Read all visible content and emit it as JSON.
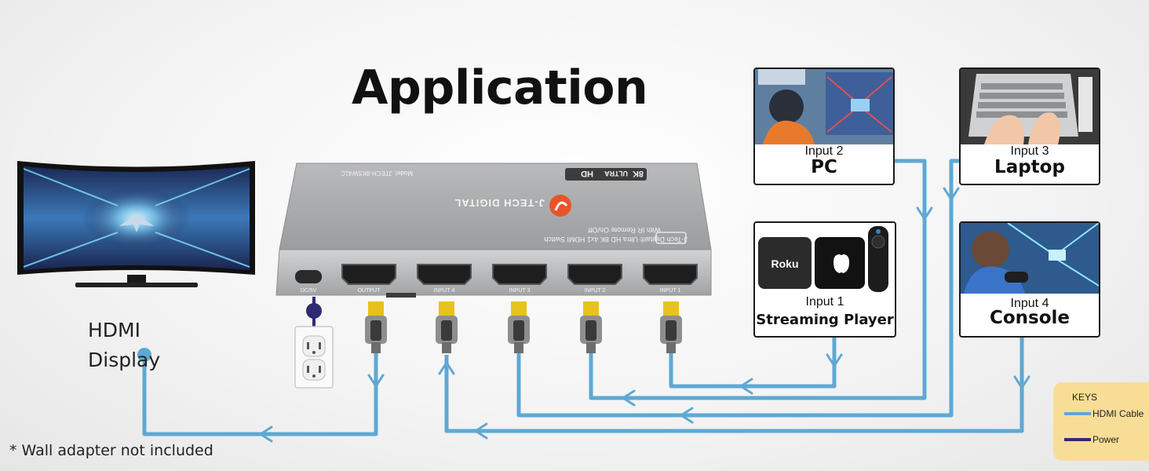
{
  "title": "Application",
  "display": {
    "label": "HDMI Display"
  },
  "switch": {
    "brand": "J-TECH DIGITAL",
    "badge_8k": "8K",
    "badge_ultra": "ULTRA",
    "badge_hd": "HD",
    "model": "Model: JTECH-8KSW41C",
    "product": "J-Tech Digital® Ultra HD 8K 4x1 HDMI Switch",
    "feature": "With IR Remote On/Off",
    "ports": [
      "DC/5V",
      "OUTPUT",
      "INPUT 4",
      "INPUT 3",
      "INPUT 2",
      "INPUT 1"
    ]
  },
  "devices": [
    {
      "id": "pc",
      "input": "Input 2",
      "name": "PC"
    },
    {
      "id": "laptop",
      "input": "Input 3",
      "name": "Laptop"
    },
    {
      "id": "streaming",
      "input": "Input 1",
      "name": "Streaming Player",
      "brand_text": "Roku"
    },
    {
      "id": "console",
      "input": "Input 4",
      "name": "Console"
    }
  ],
  "footnote": "* Wall adapter not included",
  "keys": {
    "title": "KEYS",
    "hdmi_label": "HDMI Cable",
    "power_label": "Power",
    "hdmi_color": "#5fa8d3",
    "power_color": "#2e2a74"
  },
  "colors": {
    "cable": "#5fa8d3",
    "power": "#2e2a74",
    "switch_body": "#a9aaab",
    "brand_orange": "#e8542a",
    "connector_gold": "#e8c21c"
  }
}
